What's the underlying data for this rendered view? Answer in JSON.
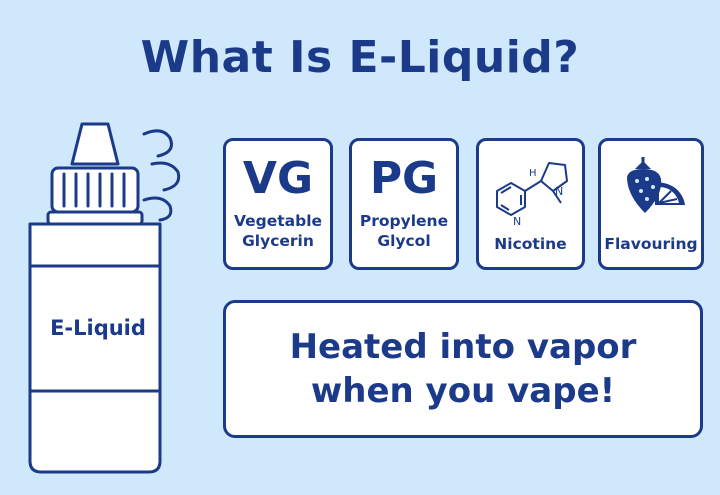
{
  "title": "What Is E-Liquid?",
  "bottle": {
    "label": "E-Liquid"
  },
  "ingredients": [
    {
      "abbr": "VG",
      "name_line1": "Vegetable",
      "name_line2": "Glycerin",
      "icon": "vg-text"
    },
    {
      "abbr": "PG",
      "name_line1": "Propylene",
      "name_line2": "Glycol",
      "icon": "pg-text"
    },
    {
      "name": "Nicotine",
      "icon": "nicotine-molecule-icon"
    },
    {
      "name": "Flavouring",
      "icon": "strawberry-orange-icon"
    }
  ],
  "message": {
    "line1": "Heated into vapor",
    "line2": "when you vape!"
  },
  "colors": {
    "background": "#cfe8fb",
    "primary": "#1c3a8a",
    "card": "#ffffff"
  }
}
